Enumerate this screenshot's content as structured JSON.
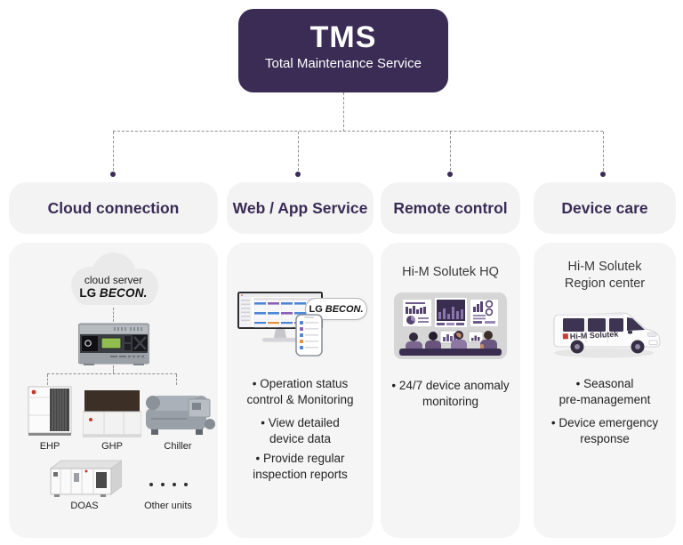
{
  "colors": {
    "primary_purple": "#3a2c55",
    "panel_gray": "#f5f5f5",
    "connector_gray": "#8f8f8f",
    "accent_blue": "#4d86d6",
    "accent_orange": "#e8913a",
    "accent_red": "#c0392b"
  },
  "tms": {
    "title": "TMS",
    "subtitle": "Total Maintenance Service"
  },
  "columns": [
    {
      "header": "Cloud connection",
      "cloud": {
        "label": "cloud server",
        "brand_lg": "LG",
        "brand_becon": "BECON."
      },
      "unit_labels": {
        "ehp": "EHP",
        "ghp": "GHP",
        "chiller": "Chiller",
        "doas": "DOAS",
        "other": "Other units"
      }
    },
    {
      "header": "Web / App Service",
      "badge": {
        "lg": "LG",
        "becon": "BECON."
      },
      "bullets": [
        {
          "lines": [
            "• Operation status",
            "control & Monitoring"
          ]
        },
        {
          "lines": [
            "• View detailed",
            "device data"
          ]
        },
        {
          "lines": [
            "• Provide regular",
            "inspection reports"
          ]
        }
      ]
    },
    {
      "header": "Remote control",
      "subheading": {
        "lines": [
          "Hi-M Solutek HQ"
        ]
      },
      "bullets": [
        {
          "lines": [
            "• 24/7 device anomaly",
            "monitoring"
          ]
        }
      ]
    },
    {
      "header": "Device care",
      "subheading": {
        "lines": [
          "Hi-M Solutek",
          "Region center"
        ]
      },
      "van_label": "Hi-M Solutek",
      "bullets": [
        {
          "lines": [
            "• Seasonal",
            "pre-management"
          ]
        },
        {
          "lines": [
            "• Device emergency",
            "response"
          ]
        }
      ]
    }
  ]
}
